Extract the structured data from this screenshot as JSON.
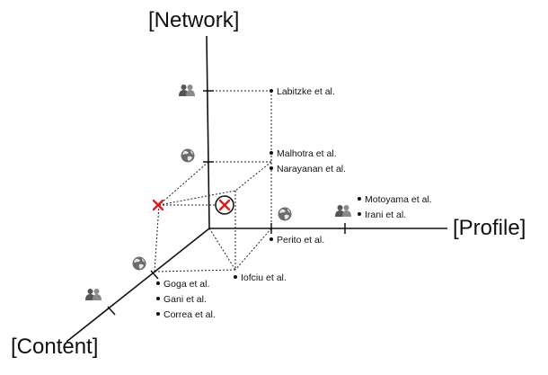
{
  "axes": {
    "network": "[Network]",
    "profile": "[Profile]",
    "content": "[Content]"
  },
  "papers": [
    "Labitzke et al.",
    "Malhotra et al.",
    "Narayanan et al.",
    "Motoyama et al.",
    "Irani et al.",
    "Perito et al.",
    "Iofciu et al.",
    "Goga et al.",
    "Gani et al.",
    "Correa et al."
  ],
  "icons": {
    "people": "people-icon",
    "globe": "globe-icon",
    "marker": "x-marker-icon",
    "circled_marker": "circled-x-marker-icon"
  },
  "colors": {
    "axis": "#111111",
    "marker": "#e01b1b",
    "icon": "#666666"
  }
}
